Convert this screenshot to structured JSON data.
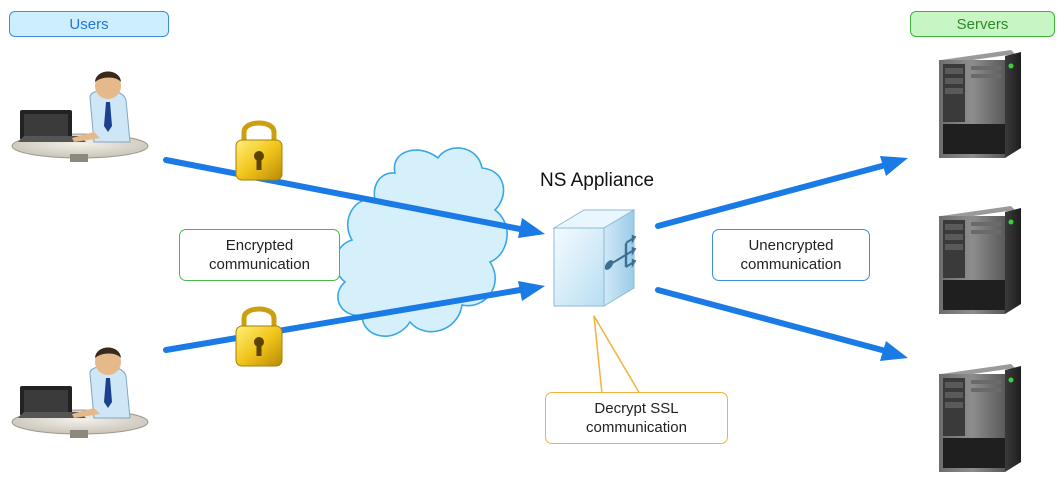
{
  "groups": {
    "users_label": "Users",
    "servers_label": "Servers"
  },
  "appliance": {
    "label": "NS Appliance"
  },
  "callouts": {
    "encrypted": [
      "Encrypted",
      "communication"
    ],
    "unencrypted": [
      "Unencrypted",
      "communication"
    ],
    "decrypt": [
      "Decrypt SSL",
      "communication"
    ]
  },
  "colors": {
    "arrow": "#1a7be6",
    "users_accent": "#3a8fe0",
    "servers_accent": "#3fb43a",
    "decrypt_accent": "#f2b23c",
    "cloud_fill": "#d5f0fb",
    "cloud_stroke": "#3aa7e6"
  },
  "icons": {
    "user": "user-at-laptop-icon",
    "lock": "padlock-icon",
    "cloud": "cloud-icon",
    "appliance": "network-appliance-icon",
    "server": "server-tower-icon"
  }
}
